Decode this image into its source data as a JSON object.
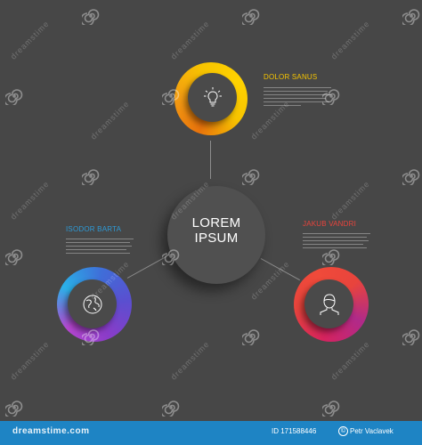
{
  "center": {
    "title_line1": "LOREM",
    "title_line2": "IPSUM"
  },
  "nodes": [
    {
      "id": "top",
      "label": "DOLOR SANUS",
      "label_color": "#f5c400",
      "ring_colors": [
        "#f7c400",
        "#f39c12",
        "#e8730c"
      ],
      "icon": "lightbulb-icon"
    },
    {
      "id": "left",
      "label": "ISODOR BARTA",
      "label_color": "#2e9ad6",
      "ring_colors": [
        "#2ab1e8",
        "#3f6ed8",
        "#8a3cc8"
      ],
      "icon": "globe-icon"
    },
    {
      "id": "right",
      "label": "JAKUB VANDRI",
      "label_color": "#e8443c",
      "ring_colors": [
        "#e8443c",
        "#d6235e",
        "#b02a8a"
      ],
      "icon": "user-icon"
    }
  ],
  "watermark": {
    "text": "dreamstime",
    "icon": "spiral-icon"
  },
  "footer": {
    "logo": "dreamstime.com",
    "id_text": "ID 171588446",
    "author": "Petr Vaclavek",
    "copyright_icon": "copyright-icon",
    "bar_color": "#1e84c4"
  },
  "colors": {
    "background": "#474747",
    "connector": "#8d8d8d"
  }
}
